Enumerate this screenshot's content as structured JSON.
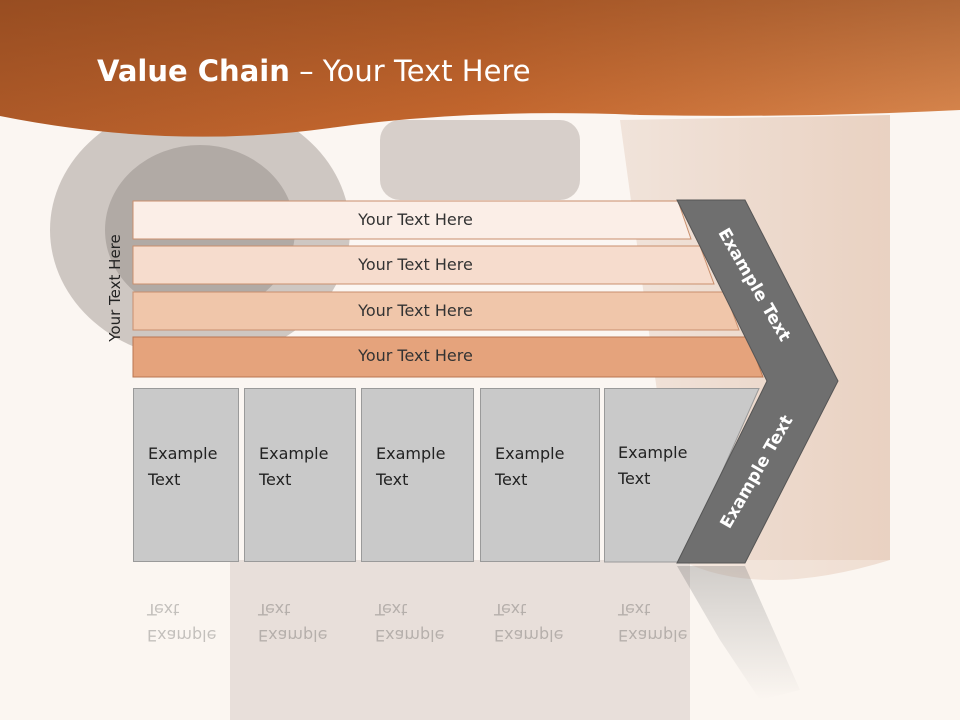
{
  "slide": {
    "title_bold": "Value Chain",
    "title_rest": " – Your Text Here",
    "side_label": "Your Text Here",
    "bands": [
      {
        "label": "Your Text Here",
        "fill": "#fbeee7"
      },
      {
        "label": "Your Text Here",
        "fill": "#f6dccd"
      },
      {
        "label": "Your Text Here",
        "fill": "#f0c6aa"
      },
      {
        "label": "Your Text Here",
        "fill": "#e5a37c"
      }
    ],
    "boxes": [
      {
        "label": "Example\nText"
      },
      {
        "label": "Example\nText"
      },
      {
        "label": "Example\nText"
      },
      {
        "label": "Example\nText"
      },
      {
        "label": "Example\nText"
      }
    ],
    "chevron_upper_label": "Example Text",
    "chevron_lower_label": "Example Text",
    "colors": {
      "title_bar_dark": "#a9572a",
      "title_bar_light": "#d98346",
      "chevron": "#6f6f6f",
      "box_fill": "#c9c9c9"
    }
  }
}
